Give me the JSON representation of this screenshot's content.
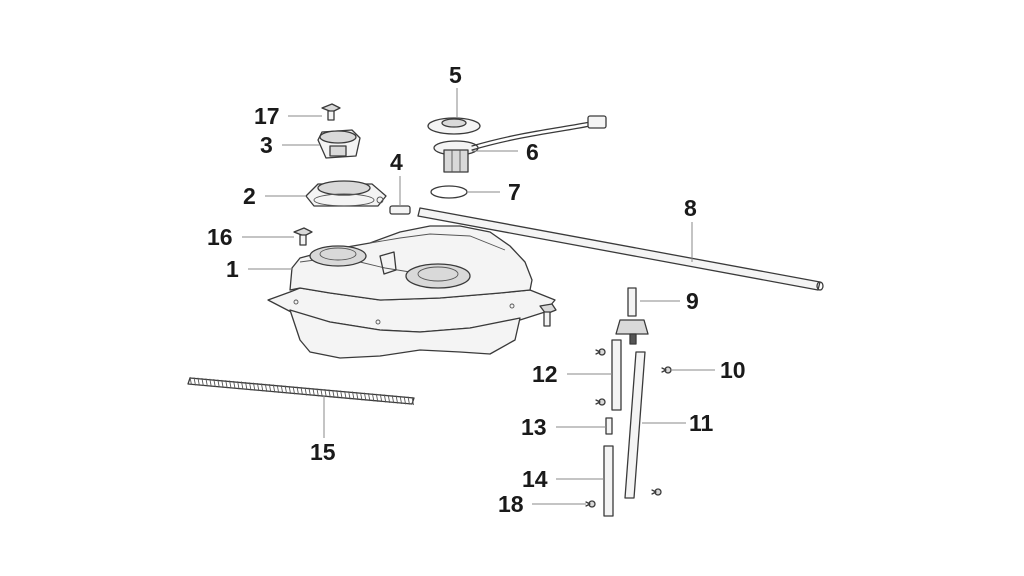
{
  "callouts": {
    "c1": "1",
    "c2": "2",
    "c3": "3",
    "c4": "4",
    "c5": "5",
    "c6": "6",
    "c7": "7",
    "c8": "8",
    "c9": "9",
    "c10": "10",
    "c11": "11",
    "c12": "12",
    "c13": "13",
    "c14": "14",
    "c15": "15",
    "c16": "16",
    "c17": "17",
    "c18": "18"
  },
  "colors": {
    "line": "#3a3a3a",
    "label": "#1a1a1a",
    "leader": "#8a8a8a"
  }
}
